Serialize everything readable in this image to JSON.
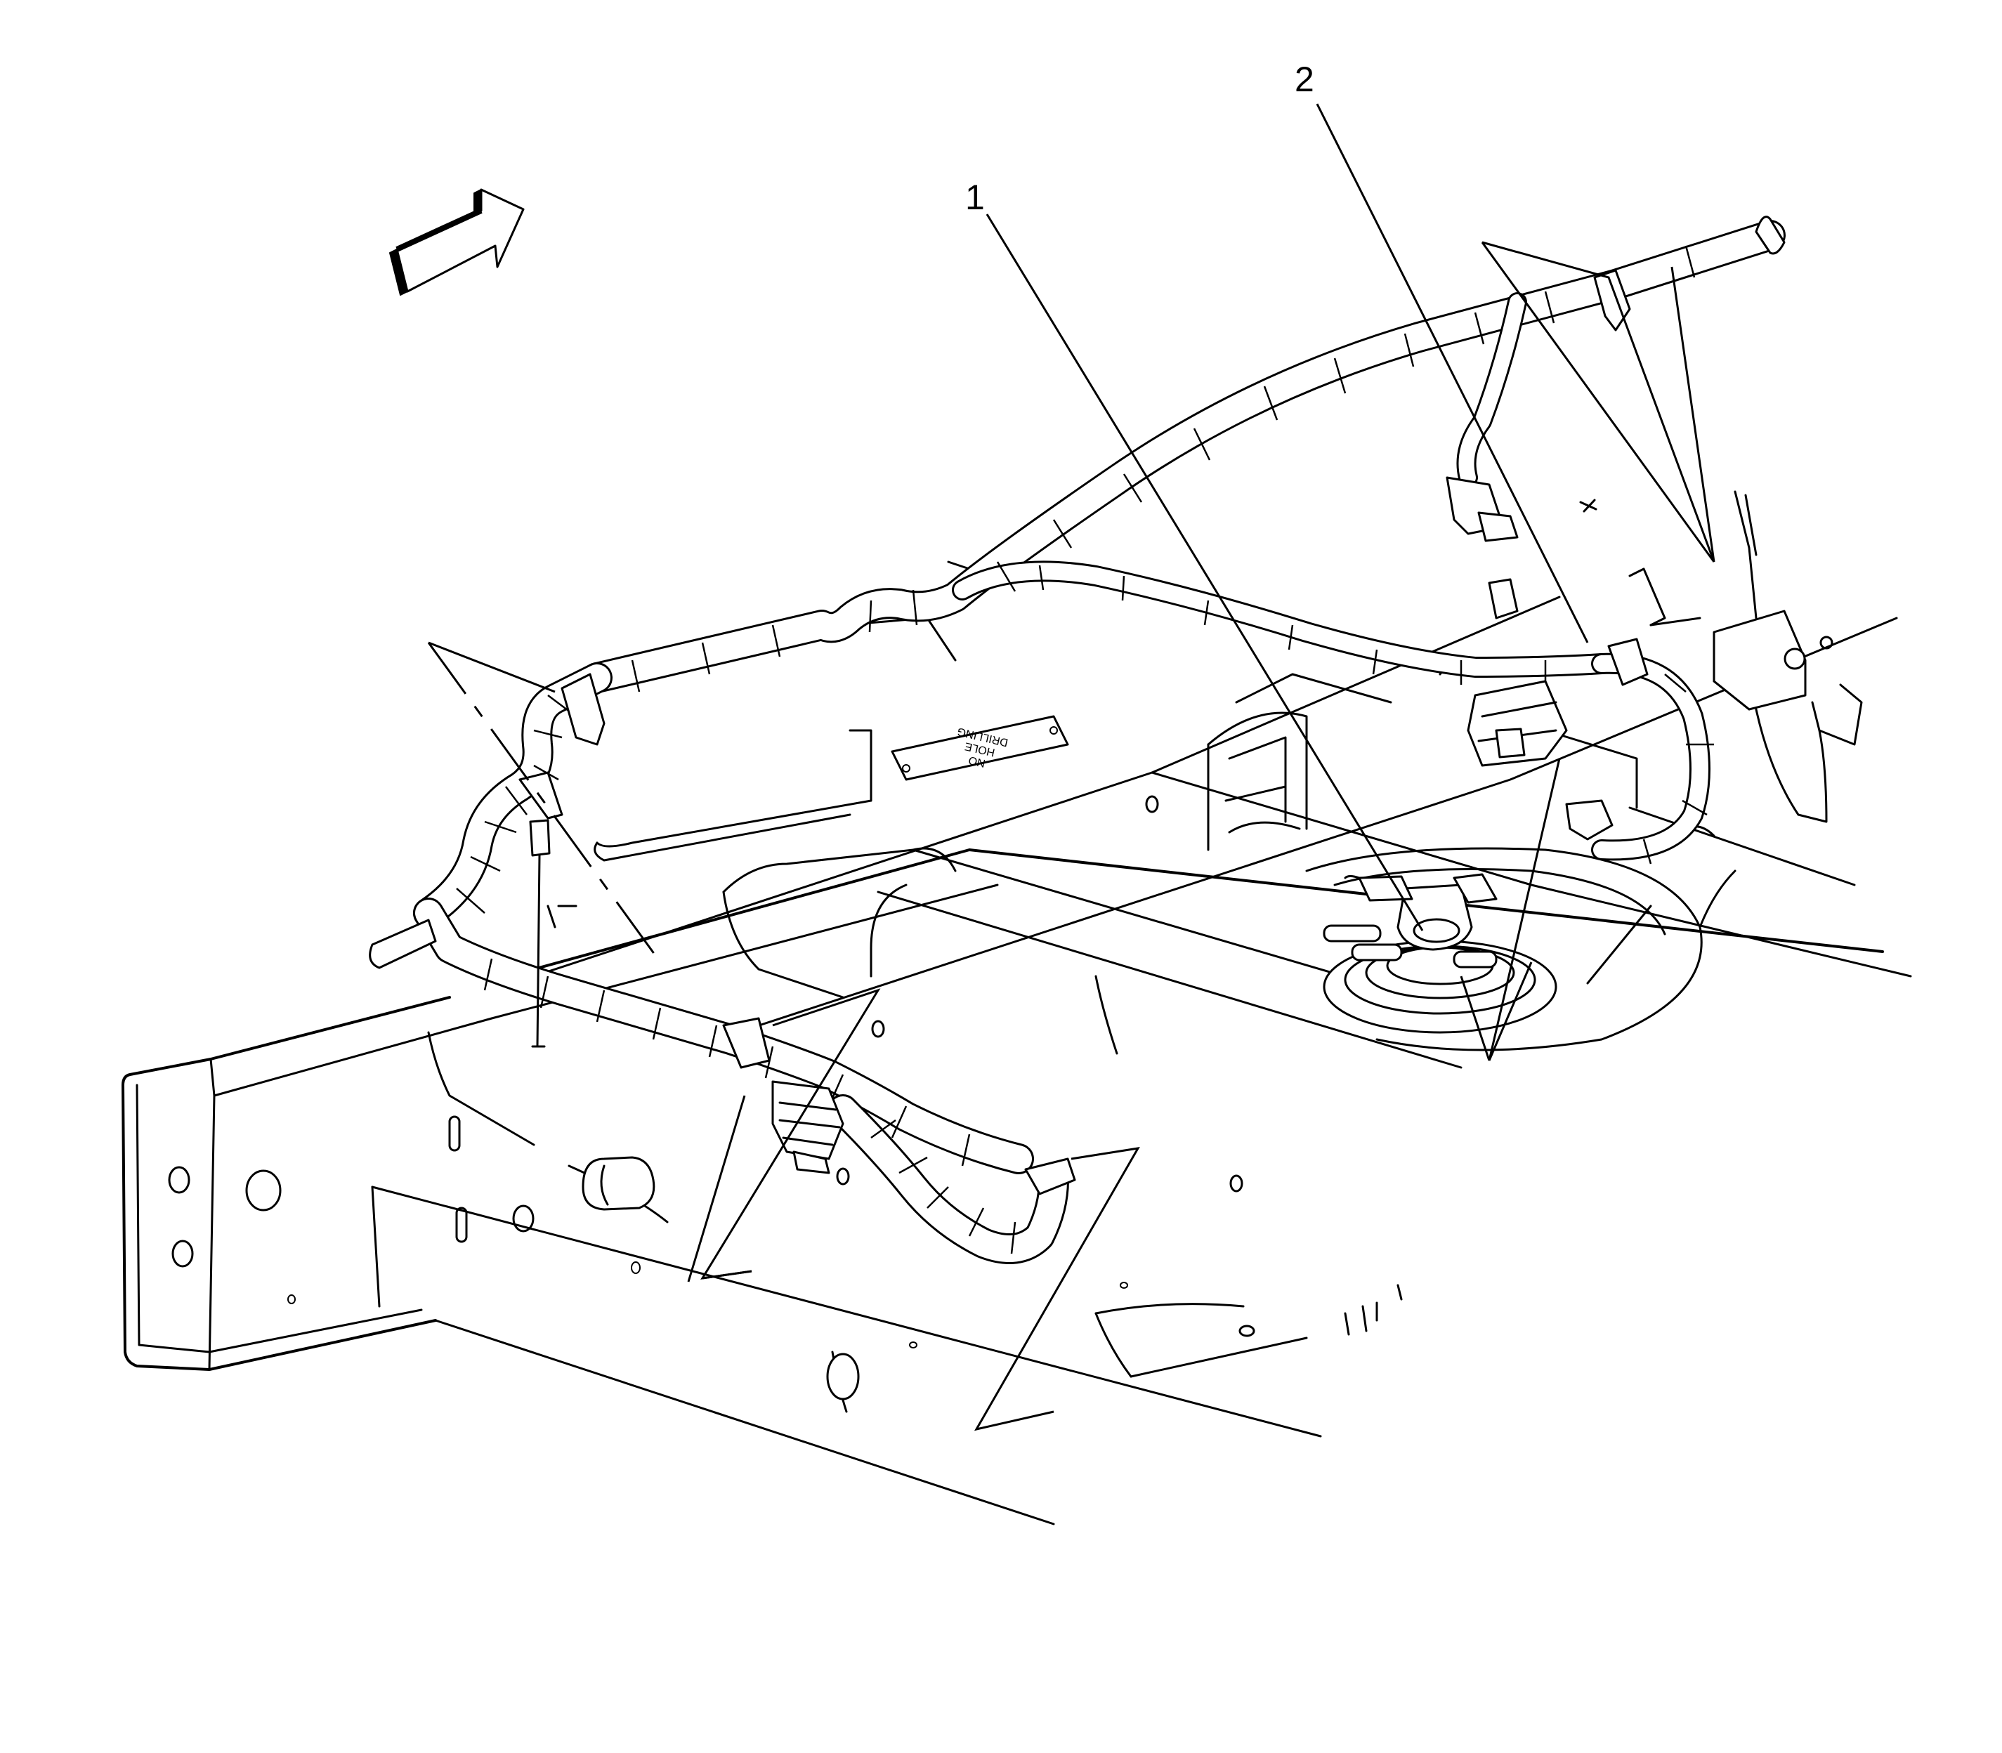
{
  "diagram": {
    "callouts": [
      {
        "label": "1"
      },
      {
        "label": "2"
      }
    ],
    "decal_text": [
      "NO",
      "HOLE",
      "DRILLING"
    ],
    "icons": [
      "direction-arrow-icon"
    ],
    "line_color": "#000000",
    "background_color": "#ffffff"
  }
}
